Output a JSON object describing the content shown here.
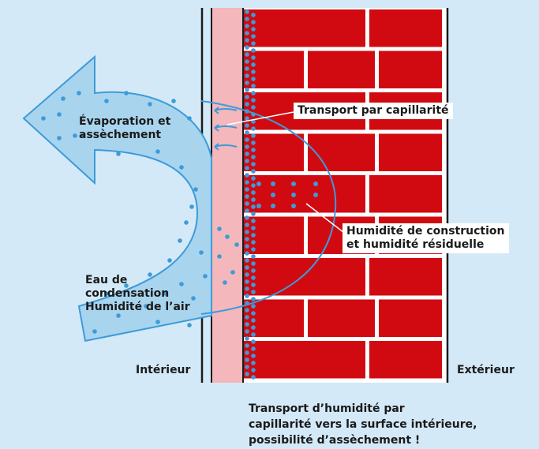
{
  "labels": {
    "evaporation": "Évaporation et\nassèchement",
    "condensation": "Eau de\ncondensation\nHumidité de l’air",
    "capillarity": "Transport par capillarité",
    "residual": "Humidité de construction\net humidité résiduelle",
    "interior": "Intérieur",
    "exterior": "Extérieur",
    "caption": "Transport d’humidité par\ncapillarité vers la surface intérieure,\npossibilité d’assèchement !"
  },
  "colors": {
    "background": "#d3e9f7",
    "brick": "#d10a11",
    "mortar": "#ffffff",
    "plaster": "#f4b7bb",
    "dots": "#3d9bd9",
    "arrow_fill": "#a9d4ee",
    "arrow_stroke": "#3d9bd9",
    "lines": "#1a1a1a"
  }
}
